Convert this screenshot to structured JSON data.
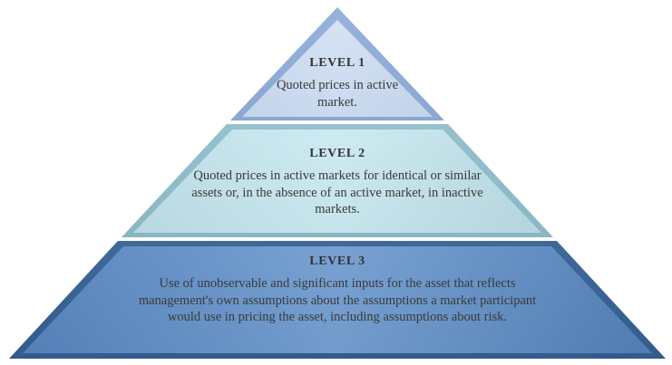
{
  "diagram": {
    "name": "Fair value hierarchy pyramid",
    "levels": [
      {
        "label": "LEVEL 1",
        "text": "Quoted prices in active market.",
        "fill": "#b2c9e8",
        "edge": "#7fa3d4"
      },
      {
        "label": "LEVEL 2",
        "text": "Quoted prices in active markets for identical or similar assets or, in the absence of an active market, in inactive markets.",
        "fill": "#bce2ec",
        "edge": "#8ec1d1"
      },
      {
        "label": "LEVEL 3",
        "text": "Use of unobservable and significant inputs for the asset that reflects management's own assumptions about the assumptions a market participant would use in pricing the asset, including assumptions about risk.",
        "fill": "#5a8ecd",
        "edge": "#38689f"
      }
    ]
  }
}
